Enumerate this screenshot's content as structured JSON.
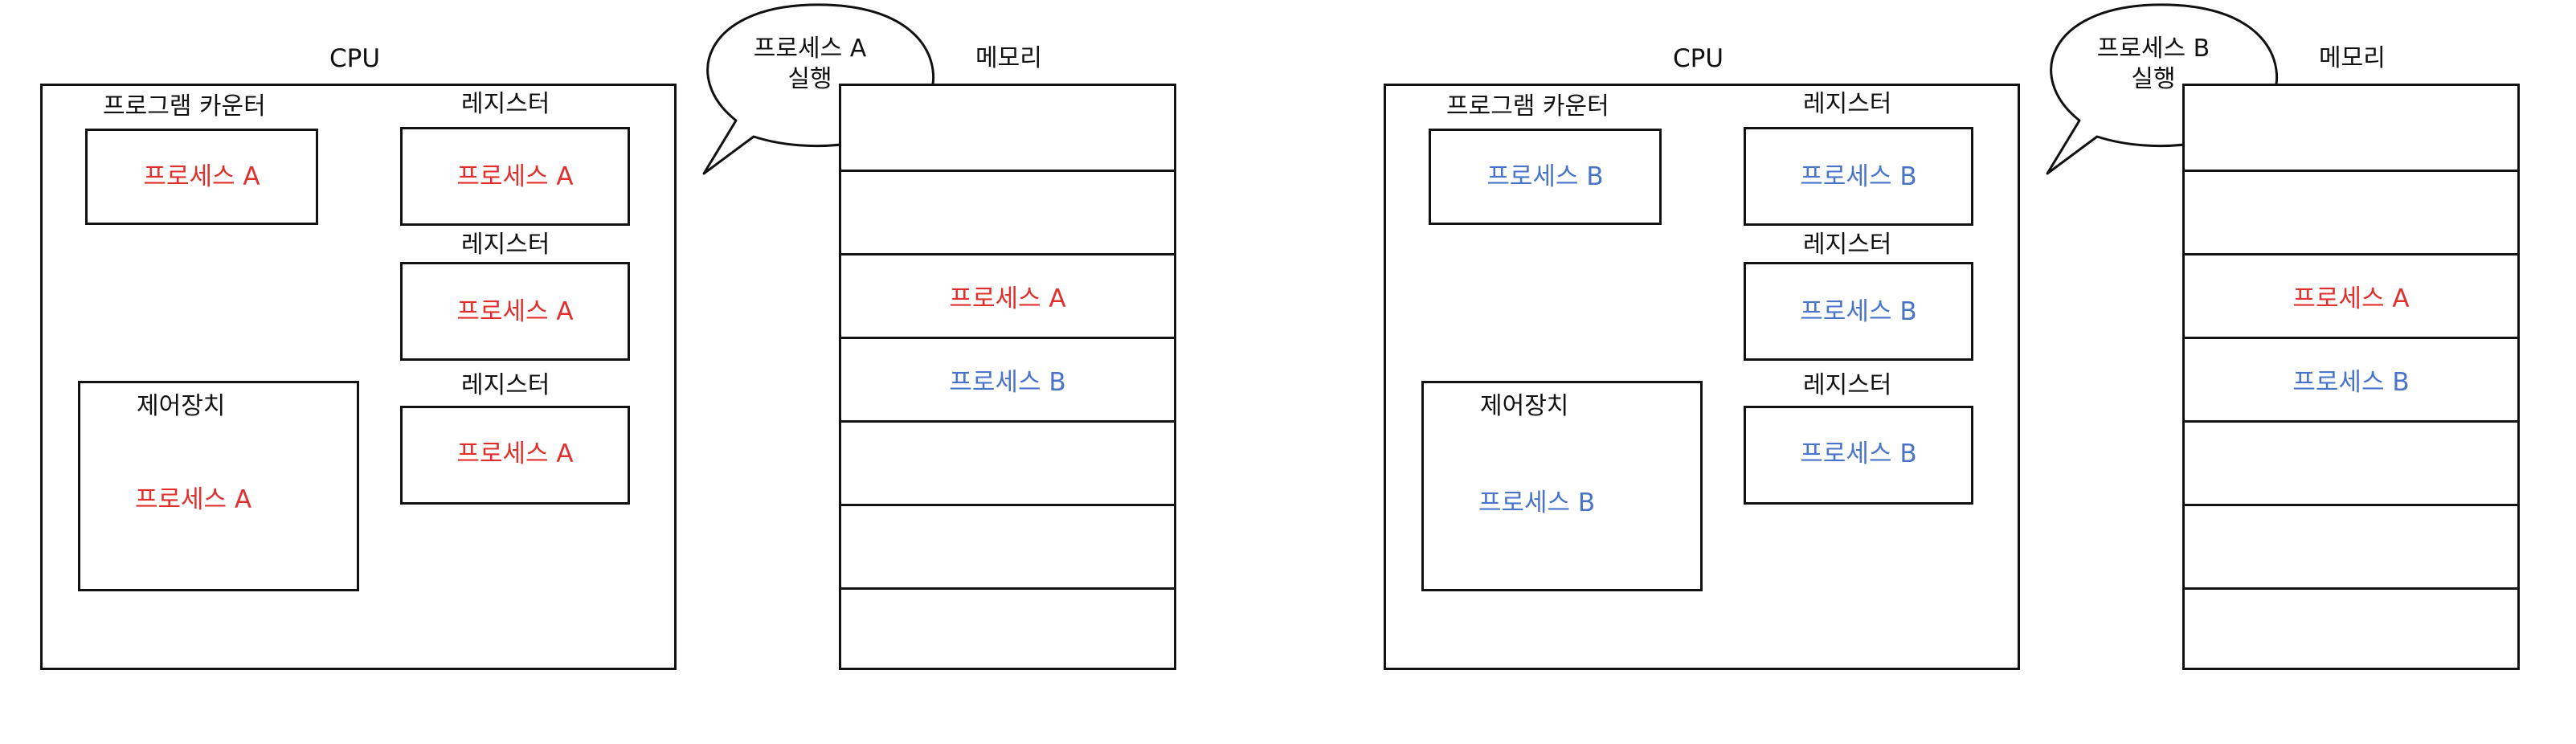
{
  "colors": {
    "process_a": "#e0302d",
    "process_b": "#4a74c9",
    "line": "#111111"
  },
  "panels": [
    {
      "cpu_label": "CPU",
      "memory_label": "메모리",
      "bubble": {
        "line1": "프로세스 A",
        "line2": "실행"
      },
      "program_counter": {
        "label": "프로그램 카운터",
        "value": "프로세스 A",
        "color": "red"
      },
      "registers": [
        {
          "label": "레지스터",
          "value": "프로세스 A",
          "color": "red"
        },
        {
          "label": "레지스터",
          "value": "프로세스 A",
          "color": "red"
        },
        {
          "label": "레지스터",
          "value": "프로세스 A",
          "color": "red"
        }
      ],
      "control_unit": {
        "label": "제어장치",
        "value": "프로세스 A",
        "color": "red"
      },
      "memory_cells": [
        {
          "value": "",
          "color": ""
        },
        {
          "value": "",
          "color": ""
        },
        {
          "value": "프로세스 A",
          "color": "red"
        },
        {
          "value": "프로세스 B",
          "color": "blue"
        },
        {
          "value": "",
          "color": ""
        },
        {
          "value": "",
          "color": ""
        },
        {
          "value": "",
          "color": ""
        }
      ]
    },
    {
      "cpu_label": "CPU",
      "memory_label": "메모리",
      "bubble": {
        "line1": "프로세스 B",
        "line2": "실행"
      },
      "program_counter": {
        "label": "프로그램 카운터",
        "value": "프로세스 B",
        "color": "blue"
      },
      "registers": [
        {
          "label": "레지스터",
          "value": "프로세스 B",
          "color": "blue"
        },
        {
          "label": "레지스터",
          "value": "프로세스 B",
          "color": "blue"
        },
        {
          "label": "레지스터",
          "value": "프로세스 B",
          "color": "blue"
        }
      ],
      "control_unit": {
        "label": "제어장치",
        "value": "프로세스 B",
        "color": "blue"
      },
      "memory_cells": [
        {
          "value": "",
          "color": ""
        },
        {
          "value": "",
          "color": ""
        },
        {
          "value": "프로세스 A",
          "color": "red"
        },
        {
          "value": "프로세스 B",
          "color": "blue"
        },
        {
          "value": "",
          "color": ""
        },
        {
          "value": "",
          "color": ""
        },
        {
          "value": "",
          "color": ""
        }
      ]
    }
  ]
}
